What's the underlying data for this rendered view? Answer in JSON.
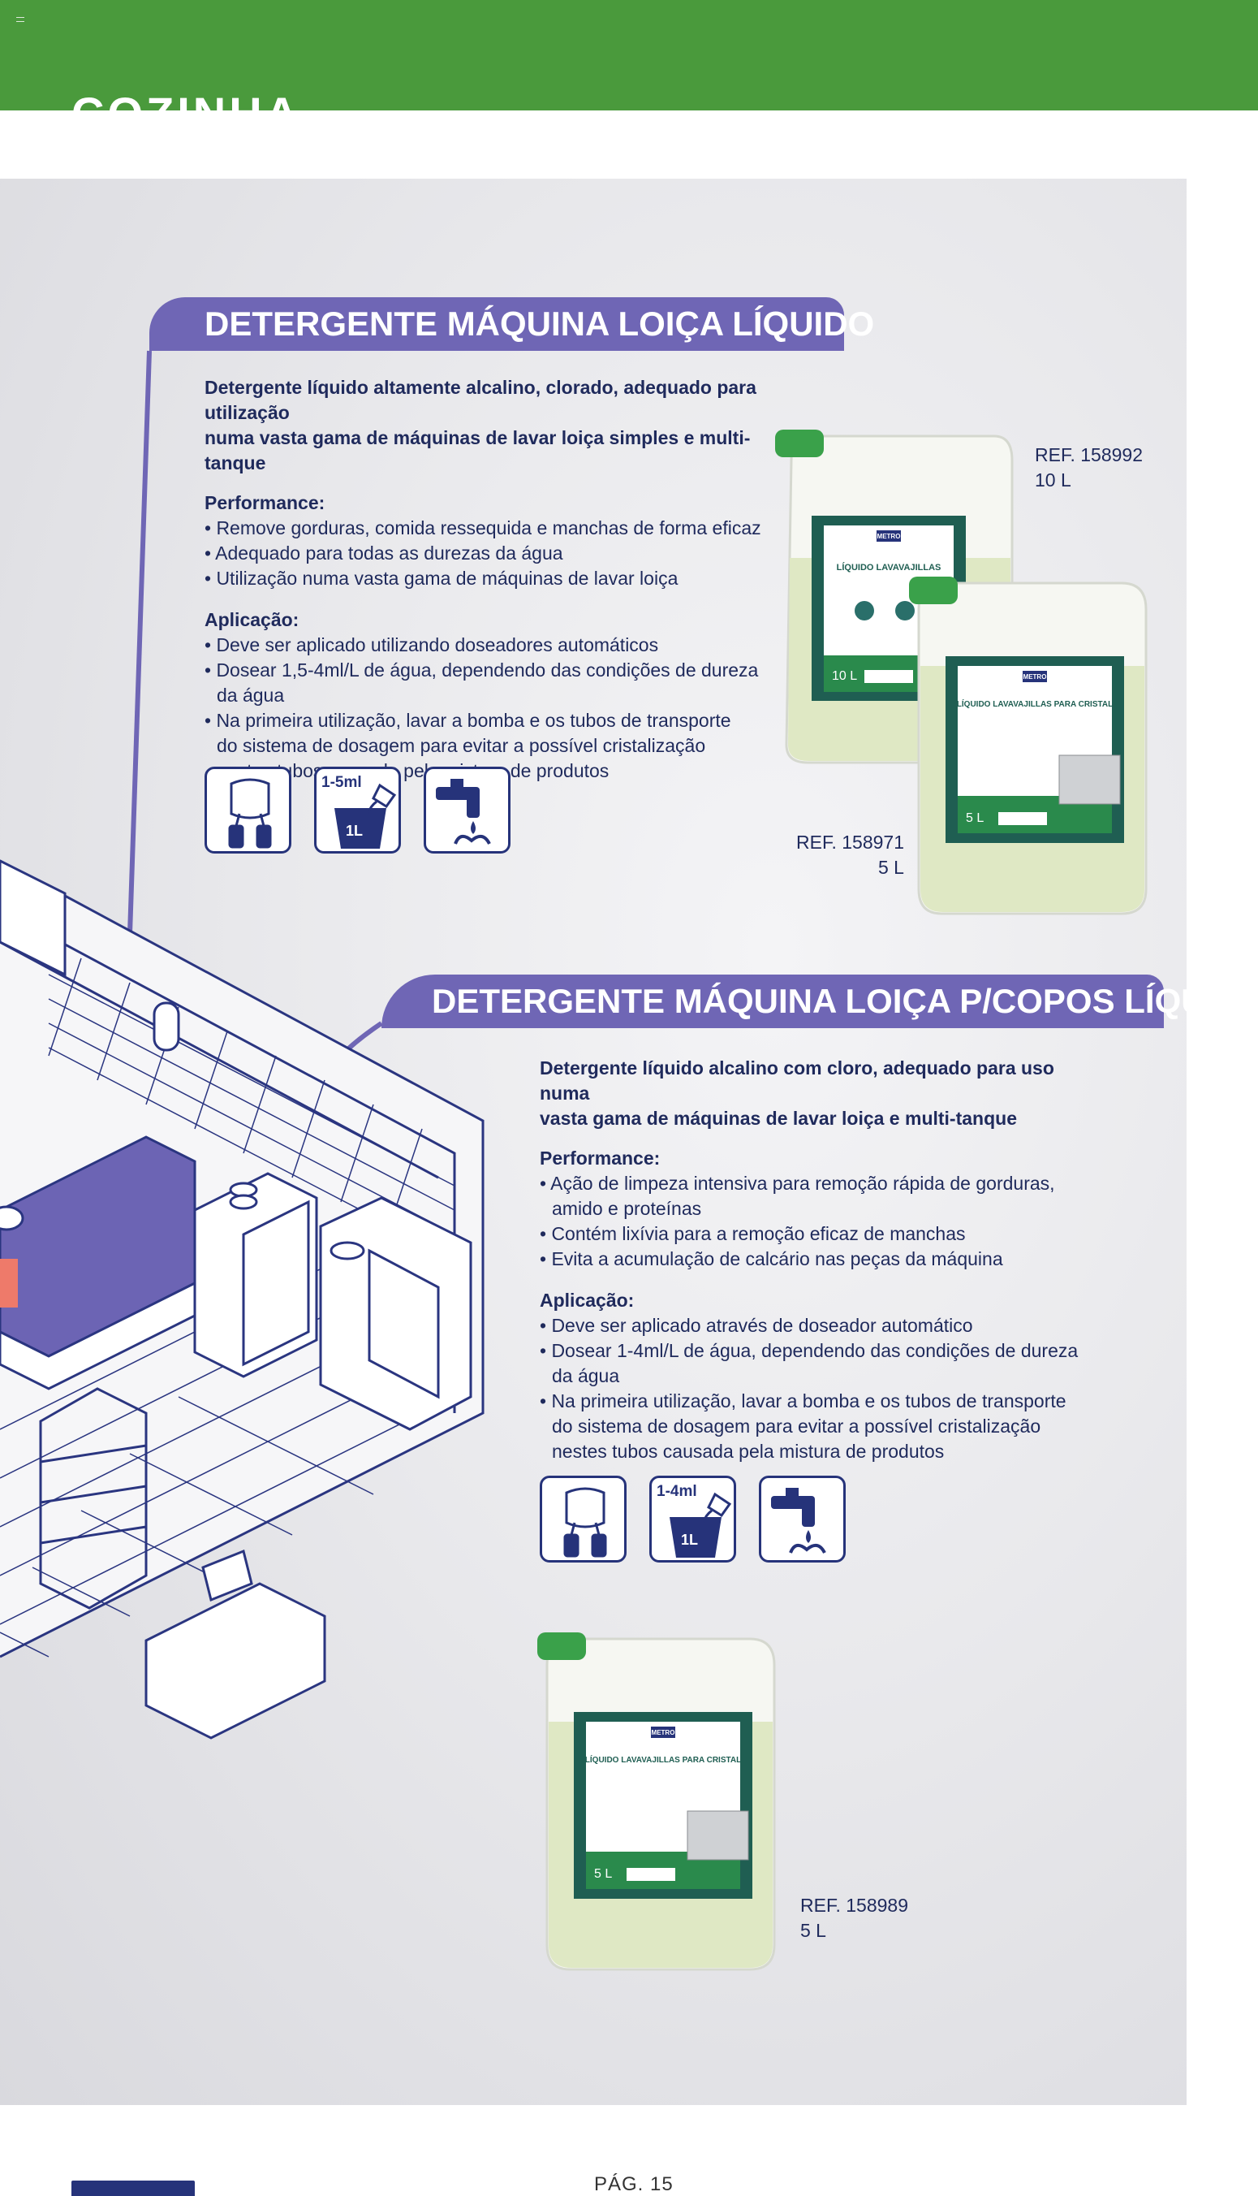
{
  "header": {
    "menu_icon": "menu-icon",
    "section_title": "COZINHA",
    "color": "#4a9a3c"
  },
  "products": [
    {
      "title": "DETERGENTE MÁQUINA LOIÇA LÍQUIDO",
      "intro_line1": "Detergente líquido altamente alcalino, clorado, adequado para utilização",
      "intro_line2": "numa vasta gama de máquinas de lavar loiça simples e multi-tanque",
      "performance_heading": "Performance:",
      "performance": [
        "• Remove gorduras, comida ressequida e manchas de forma eficaz",
        "• Adequado para todas as durezas da água",
        "• Utilização numa vasta gama de máquinas de lavar loiça"
      ],
      "application_heading": "Aplicação:",
      "application": [
        "• Deve ser aplicado utilizando doseadores automáticos",
        "• Dosear 1,5-4ml/L de água, dependendo das condições de dureza da água",
        "• Na primeira utilização, lavar a bomba e os tubos de transporte do sistema de dosagem para evitar a possível cristalização nestes tubos causada pela mistura de produtos"
      ],
      "dose_icon_label": "1-5ml",
      "liter_icon_label": "1L",
      "refs": [
        {
          "ref": "REF. 158992",
          "size": "10 L"
        },
        {
          "ref": "REF. 158971",
          "size": "5 L"
        }
      ],
      "jug_labels": [
        {
          "brand": "METRO",
          "name": "LÍQUIDO LAVAVAJILLAS",
          "volume": "10 L"
        },
        {
          "brand": "METRO",
          "name": "LÍQUIDO LAVAVAJILLAS PARA CRISTAL",
          "volume": "5 L"
        }
      ]
    },
    {
      "title": "DETERGENTE MÁQUINA LOIÇA P/COPOS LÍQUIDO",
      "intro_line1": "Detergente líquido alcalino com cloro, adequado para uso numa",
      "intro_line2": "vasta gama de máquinas de lavar loiça e multi-tanque",
      "performance_heading": "Performance:",
      "performance": [
        "• Ação de limpeza intensiva para remoção rápida de gorduras, amido e proteínas",
        "• Contém lixívia para a remoção eficaz de manchas",
        "• Evita a acumulação de calcário nas peças da máquina"
      ],
      "application_heading": "Aplicação:",
      "application": [
        "• Deve ser aplicado através de doseador automático",
        "• Dosear 1-4ml/L de água, dependendo das condições de dureza da água",
        "• Na primeira utilização, lavar a bomba e os tubos de transporte do sistema de dosagem para evitar a possível cristalização nestes tubos causada pela mistura de produtos"
      ],
      "dose_icon_label": "1-4ml",
      "liter_icon_label": "1L",
      "refs": [
        {
          "ref": "REF. 158989",
          "size": "5 L"
        }
      ],
      "jug_labels": [
        {
          "brand": "METRO",
          "name": "LÍQUIDO LAVAVAJILLAS PARA CRISTAL",
          "volume": "5 L"
        }
      ]
    }
  ],
  "footer": {
    "page": "PÁG. 15"
  },
  "colors": {
    "banner": "#6f66b5",
    "text": "#1f2a5c",
    "label_green": "#1f7a4a",
    "liquid": "#dfe8c4"
  }
}
